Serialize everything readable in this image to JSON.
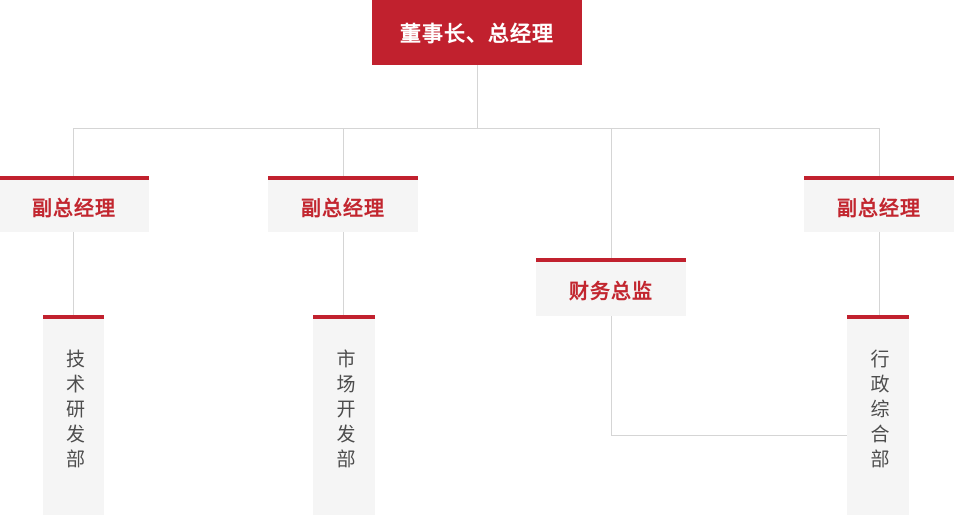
{
  "org_chart": {
    "title": "company-organization-chart",
    "root": {
      "label": "董事长、总经理"
    },
    "level2": [
      {
        "label": "副总经理"
      },
      {
        "label": "副总经理"
      },
      {
        "label": "财务总监"
      },
      {
        "label": "副总经理"
      }
    ],
    "departments": [
      {
        "label": "技术研发部"
      },
      {
        "label": "市场开发部"
      },
      {
        "label": "行政综合部"
      }
    ],
    "colors": {
      "accent_red": "#c1212e",
      "node_background": "#f5f5f5",
      "connector_line": "#d5d5d5",
      "dept_text": "#4d4d4d",
      "root_text": "#ffffff"
    }
  }
}
